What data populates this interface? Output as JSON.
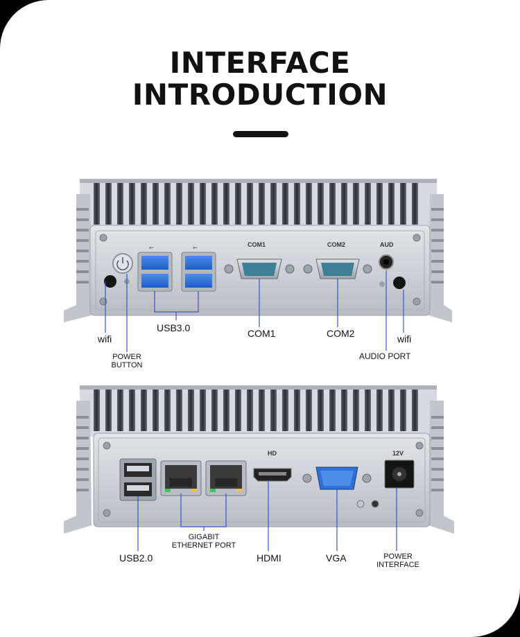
{
  "title": {
    "line1": "INTERFACE",
    "line2": "INTRODUCTION"
  },
  "front_panel": {
    "port_markings": {
      "com1": "COM1",
      "com2": "COM2",
      "aud": "AUD"
    },
    "labels": {
      "wifi_left": "wifi",
      "power_button_1": "POWER",
      "power_button_2": "BUTTON",
      "usb3": "USB3.0",
      "com1": "COM1",
      "com2": "COM2",
      "wifi_right": "wifi",
      "audio": "AUDIO PORT"
    }
  },
  "rear_panel": {
    "port_markings": {
      "hd": "HD",
      "dc": "12V"
    },
    "labels": {
      "usb2": "USB2.0",
      "gigabit_1": "GIGABIT",
      "gigabit_2": "ETHERNET PORT",
      "hdmi": "HDMI",
      "vga": "VGA",
      "power_interface_1": "POWER",
      "power_interface_2": "INTERFACE"
    }
  },
  "colors": {
    "callout_line": "#3b4fd8",
    "chassis": "#c9ccd1",
    "port_blue": "#2f6fd6"
  }
}
